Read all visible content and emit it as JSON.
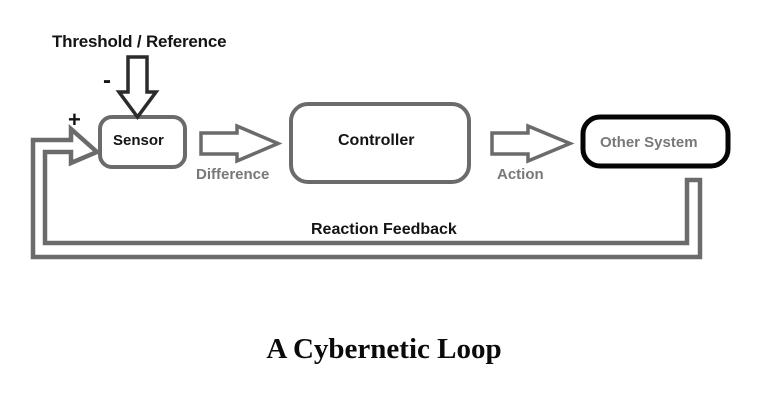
{
  "diagram": {
    "title": "A Cybernetic Loop",
    "background_color": "#ffffff",
    "colors": {
      "gray_stroke": "#6b6b6b",
      "black_stroke": "#050505",
      "dark_text": "#141414",
      "gray_text": "#787878"
    },
    "nodes": [
      {
        "id": "sensor",
        "label": "Sensor",
        "shape": "rounded-rectangle",
        "border_color": "#6b6b6b",
        "text_color": "#141414"
      },
      {
        "id": "controller",
        "label": "Controller",
        "shape": "rounded-rectangle",
        "border_color": "#6b6b6b",
        "text_color": "#141414"
      },
      {
        "id": "other-system",
        "label": "Other System",
        "shape": "rounded-rectangle",
        "border_color": "#050505",
        "text_color": "#787878"
      }
    ],
    "edges": [
      {
        "id": "threshold-to-sensor",
        "label": "Threshold / Reference",
        "sign": "-",
        "direction": "down",
        "from": "input",
        "to": "sensor",
        "style": "block-arrow"
      },
      {
        "id": "feedback-to-sensor",
        "label": "Reaction Feedback",
        "sign": "+",
        "direction": "right",
        "from": "other-system",
        "to": "sensor",
        "style": "hollow-pipe-arrow"
      },
      {
        "id": "sensor-to-controller",
        "label": "Difference",
        "direction": "right",
        "from": "sensor",
        "to": "controller",
        "style": "block-arrow"
      },
      {
        "id": "controller-to-other-system",
        "label": "Action",
        "direction": "right",
        "from": "controller",
        "to": "other-system",
        "style": "block-arrow"
      }
    ]
  }
}
